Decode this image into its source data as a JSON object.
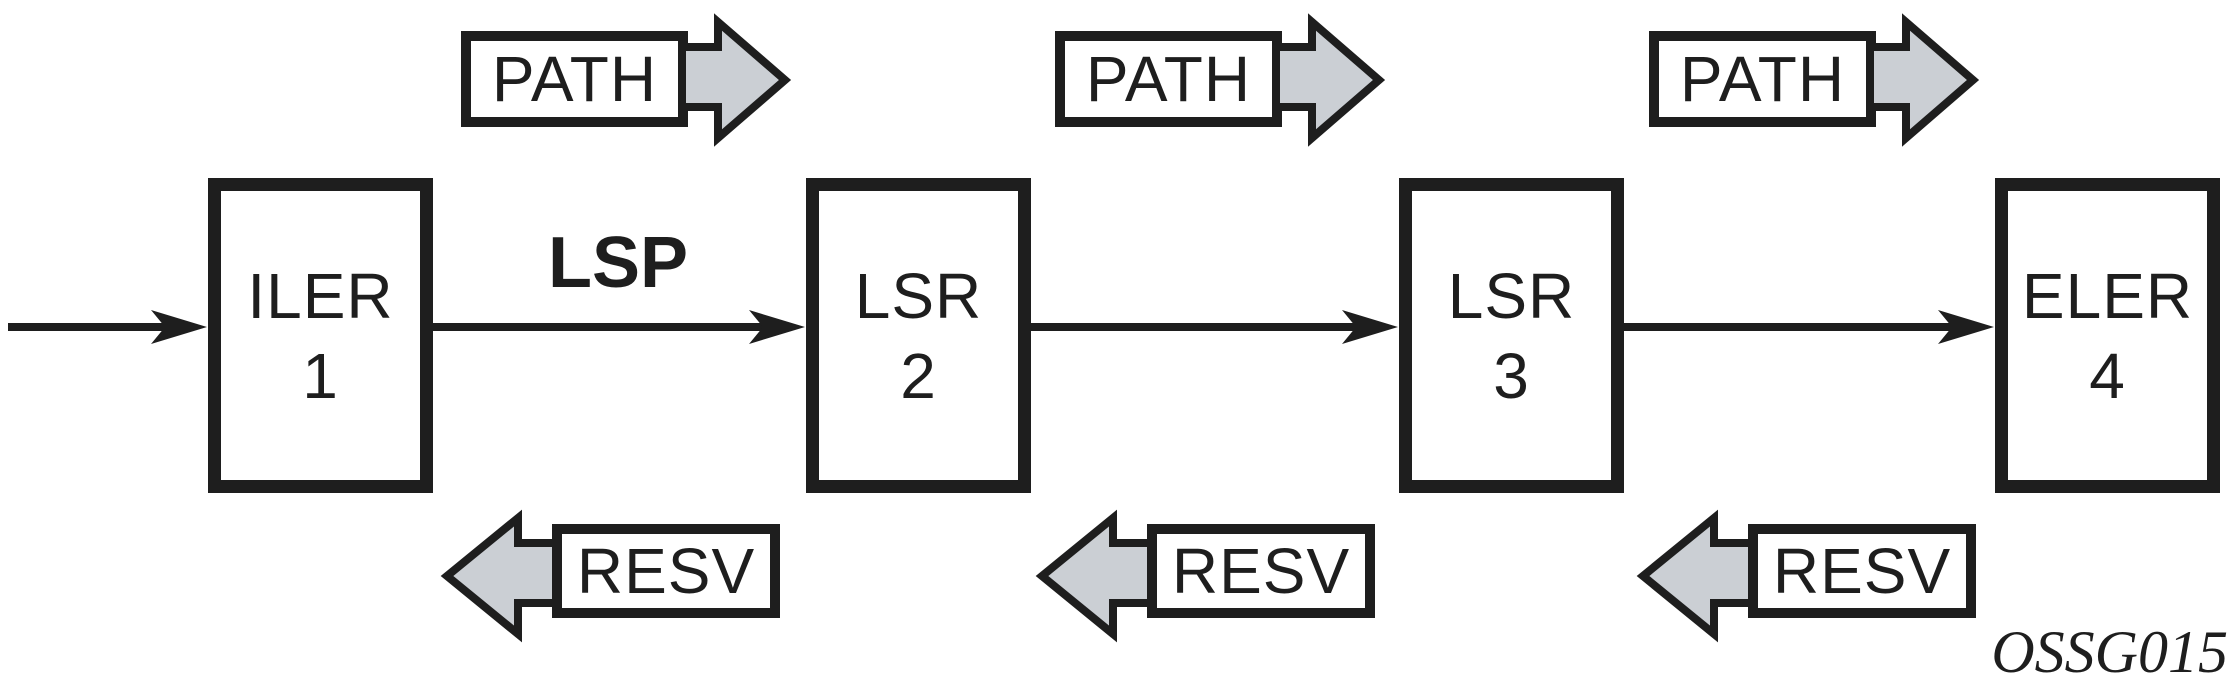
{
  "figure": {
    "lsp_label": "LSP",
    "caption": "OSSG015",
    "colors": {
      "line": "#1e1e1e",
      "arrow_fill": "#cbcfd4",
      "background": "#ffffff"
    },
    "nodes": [
      {
        "name": "ILER",
        "number": "1"
      },
      {
        "name": "LSR",
        "number": "2"
      },
      {
        "name": "LSR",
        "number": "3"
      },
      {
        "name": "ELER",
        "number": "4"
      }
    ],
    "path_messages": [
      {
        "label": "PATH"
      },
      {
        "label": "PATH"
      },
      {
        "label": "PATH"
      }
    ],
    "resv_messages": [
      {
        "label": "RESV"
      },
      {
        "label": "RESV"
      },
      {
        "label": "RESV"
      }
    ]
  }
}
